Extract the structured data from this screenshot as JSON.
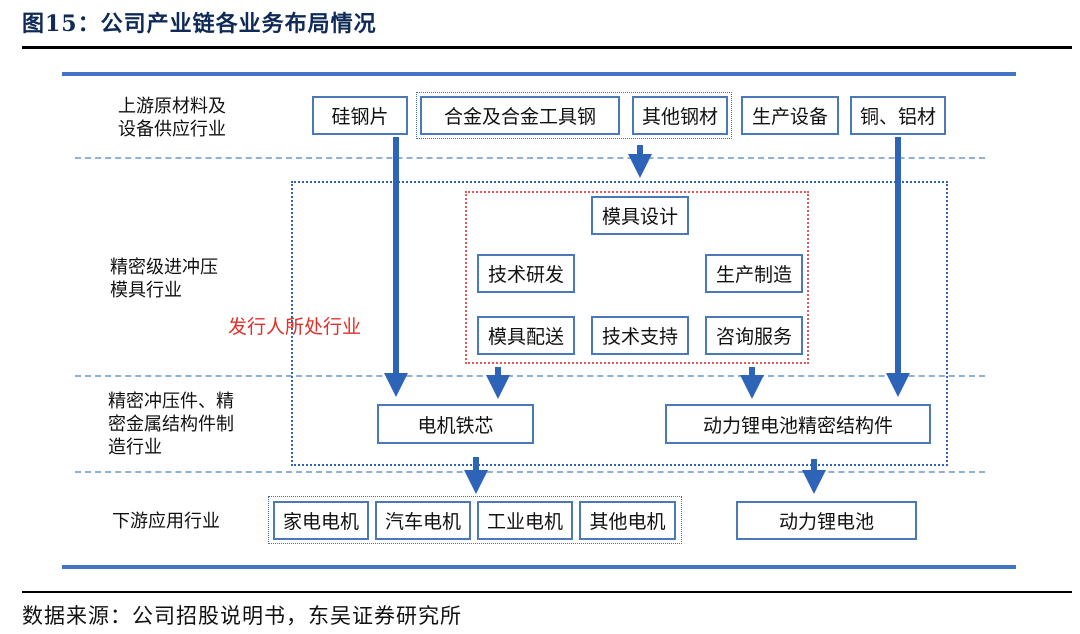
{
  "header": {
    "title": "图15：公司产业链各业务布局情况"
  },
  "footer": {
    "source": "数据来源：公司招股说明书，东吴证券研究所"
  },
  "rows": {
    "upstream": "上游原材料及\n设备供应行业",
    "mold": "精密级进冲压\n模具行业",
    "parts": "精密冲压件、精\n密金属结构件制\n造行业",
    "downstream": "下游应用行业"
  },
  "issuer_label": "发行人所处行业",
  "upstream_boxes": {
    "silicon_steel": "硅钢片",
    "alloy_steel": "合金及合金工具钢",
    "other_steel": "其他钢材",
    "equipment": "生产设备",
    "copper_aluminum": "铜、铝材"
  },
  "mold_boxes": {
    "design": "模具设计",
    "rd": "技术研发",
    "manufacturing": "生产制造",
    "delivery": "模具配送",
    "support": "技术支持",
    "consulting": "咨询服务"
  },
  "parts_boxes": {
    "motor_core": "电机铁芯",
    "battery_parts": "动力锂电池精密结构件"
  },
  "downstream_boxes": {
    "home_motor": "家电电机",
    "auto_motor": "汽车电机",
    "industrial_motor": "工业电机",
    "other_motor": "其他电机",
    "lithium_battery": "动力锂电池"
  },
  "colors": {
    "arrow": "#2e64b7",
    "box_border": "#4a79b9",
    "band": "#4472c4",
    "issuer_text": "#e0302a",
    "issuer_border": "#e05a5a"
  }
}
